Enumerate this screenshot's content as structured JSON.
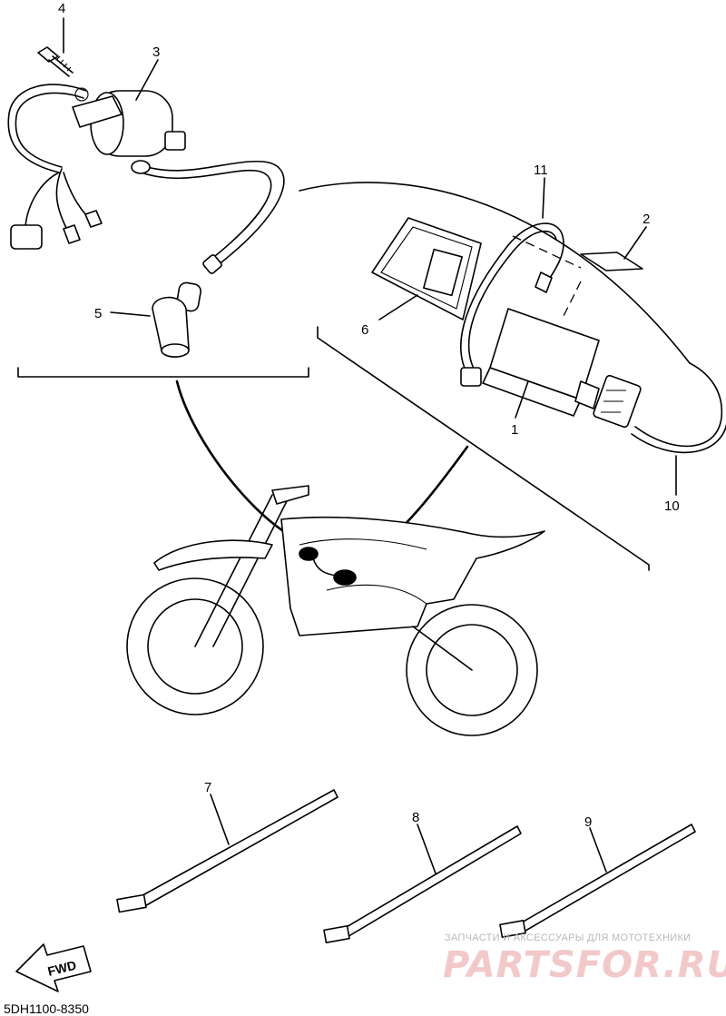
{
  "diagram": {
    "callouts": [
      {
        "id": "c1",
        "text": "1"
      },
      {
        "id": "c2",
        "text": "2"
      },
      {
        "id": "c3",
        "text": "3"
      },
      {
        "id": "c4",
        "text": "4"
      },
      {
        "id": "c5",
        "text": "5"
      },
      {
        "id": "c6",
        "text": "6"
      },
      {
        "id": "c7",
        "text": "7"
      },
      {
        "id": "c8",
        "text": "8"
      },
      {
        "id": "c9",
        "text": "9"
      },
      {
        "id": "c10",
        "text": "10"
      },
      {
        "id": "c11",
        "text": "11"
      }
    ],
    "fwd_label": "FWD",
    "diagram_code": "5DH1100-8350"
  },
  "watermark": {
    "tagline": "ЗАПЧАСТИ И АКСЕССУАРЫ ДЛЯ МОТОТЕХНИКИ",
    "brand": "PARTSFOR.RU",
    "color": "#f2c8c8"
  }
}
